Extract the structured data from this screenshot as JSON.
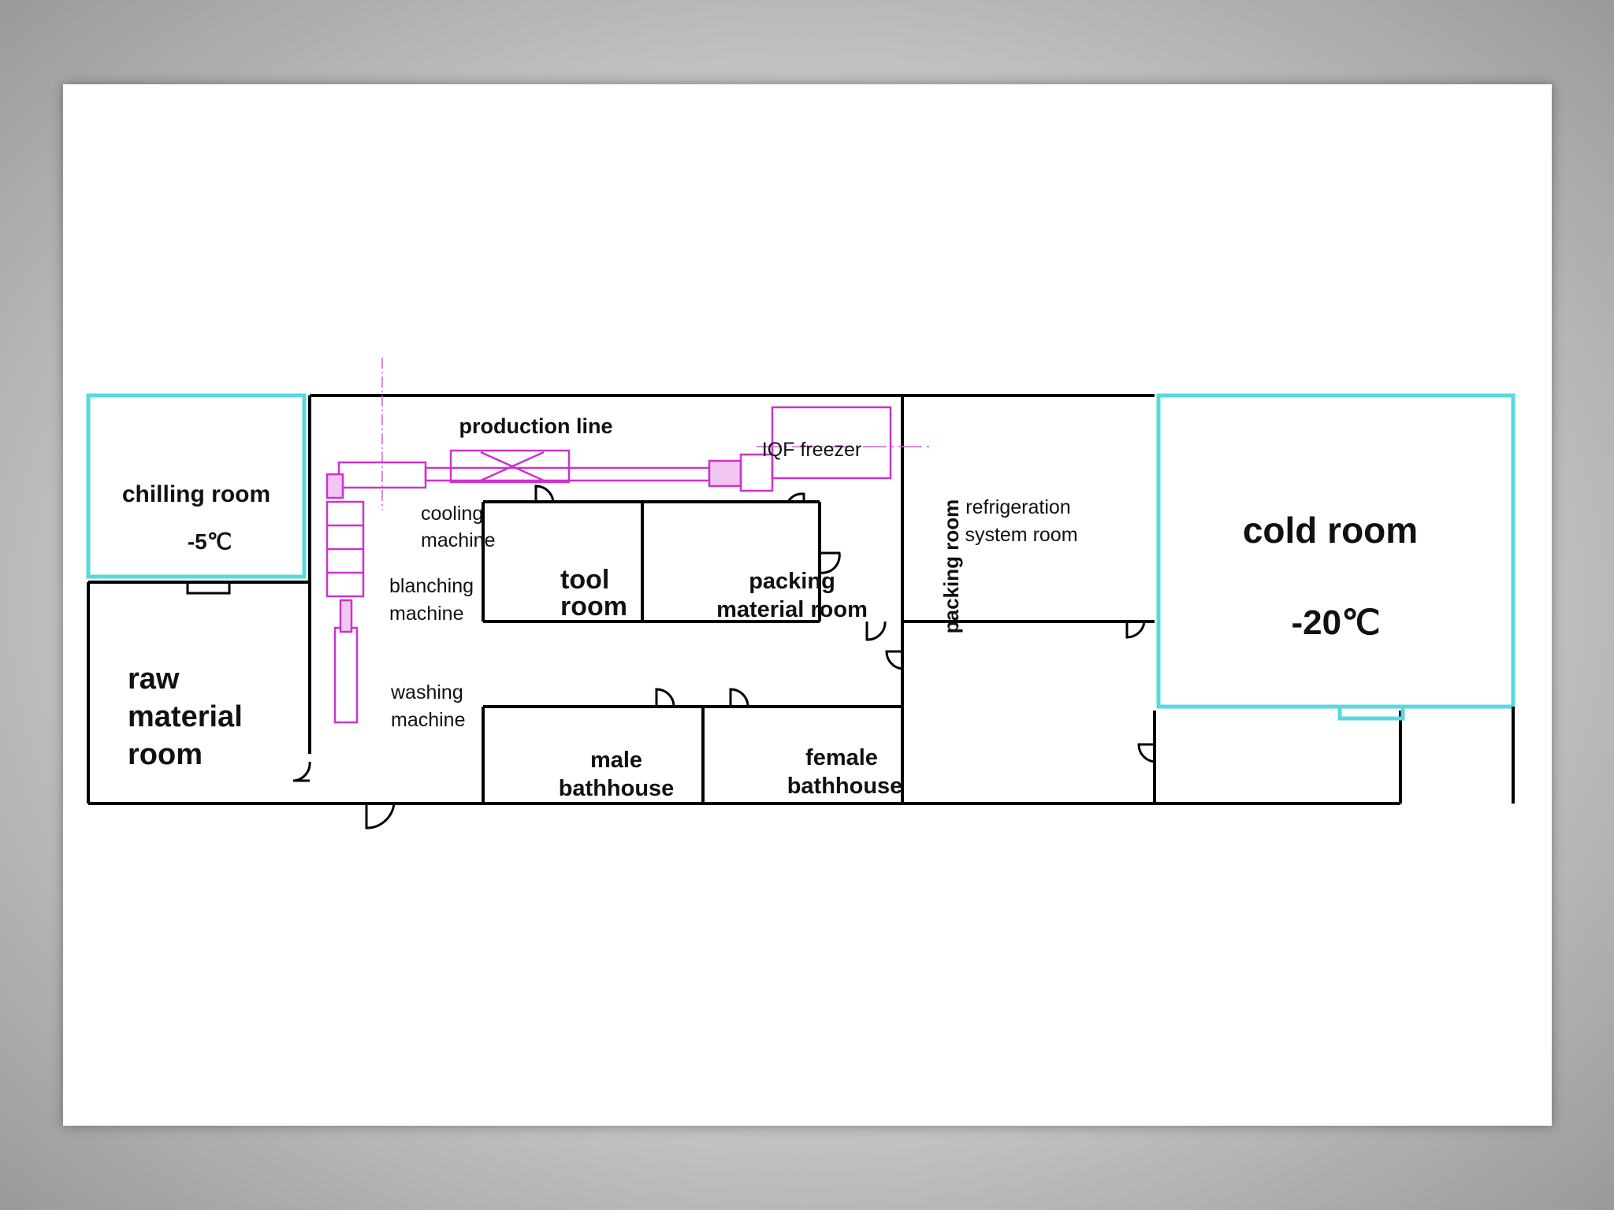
{
  "title": "",
  "rooms": {
    "chilling_room": "chilling room",
    "chilling_temp": "-5℃",
    "raw_material_line1": "raw",
    "raw_material_line2": "material",
    "raw_material_line3": "room",
    "tool_room_line1": "tool",
    "tool_room_line2": "room",
    "packing_material_line1": "packing",
    "packing_material_line2": "material room",
    "packing_room": "packing room",
    "refrigeration_line1": "refrigeration",
    "refrigeration_line2": "system room",
    "cold_room": "cold room",
    "cold_room_temp": "-20℃",
    "male_bathhouse_line1": "male",
    "male_bathhouse_line2": "bathhouse",
    "female_bathhouse_line1": "female",
    "female_bathhouse_line2": "bathhouse"
  },
  "equipment": {
    "production_line": "production line",
    "iqf_freezer": "IQF freezer",
    "cooling_line1": "cooling",
    "cooling_line2": "machine",
    "blanching_line1": "blanching",
    "blanching_line2": "machine",
    "washing_line1": "washing",
    "washing_line2": "machine"
  },
  "colors": {
    "wall": "#000000",
    "cold_zone_outline": "#5ad8dc",
    "equipment": "#cc33cc",
    "slide_background": "#ffffff"
  }
}
